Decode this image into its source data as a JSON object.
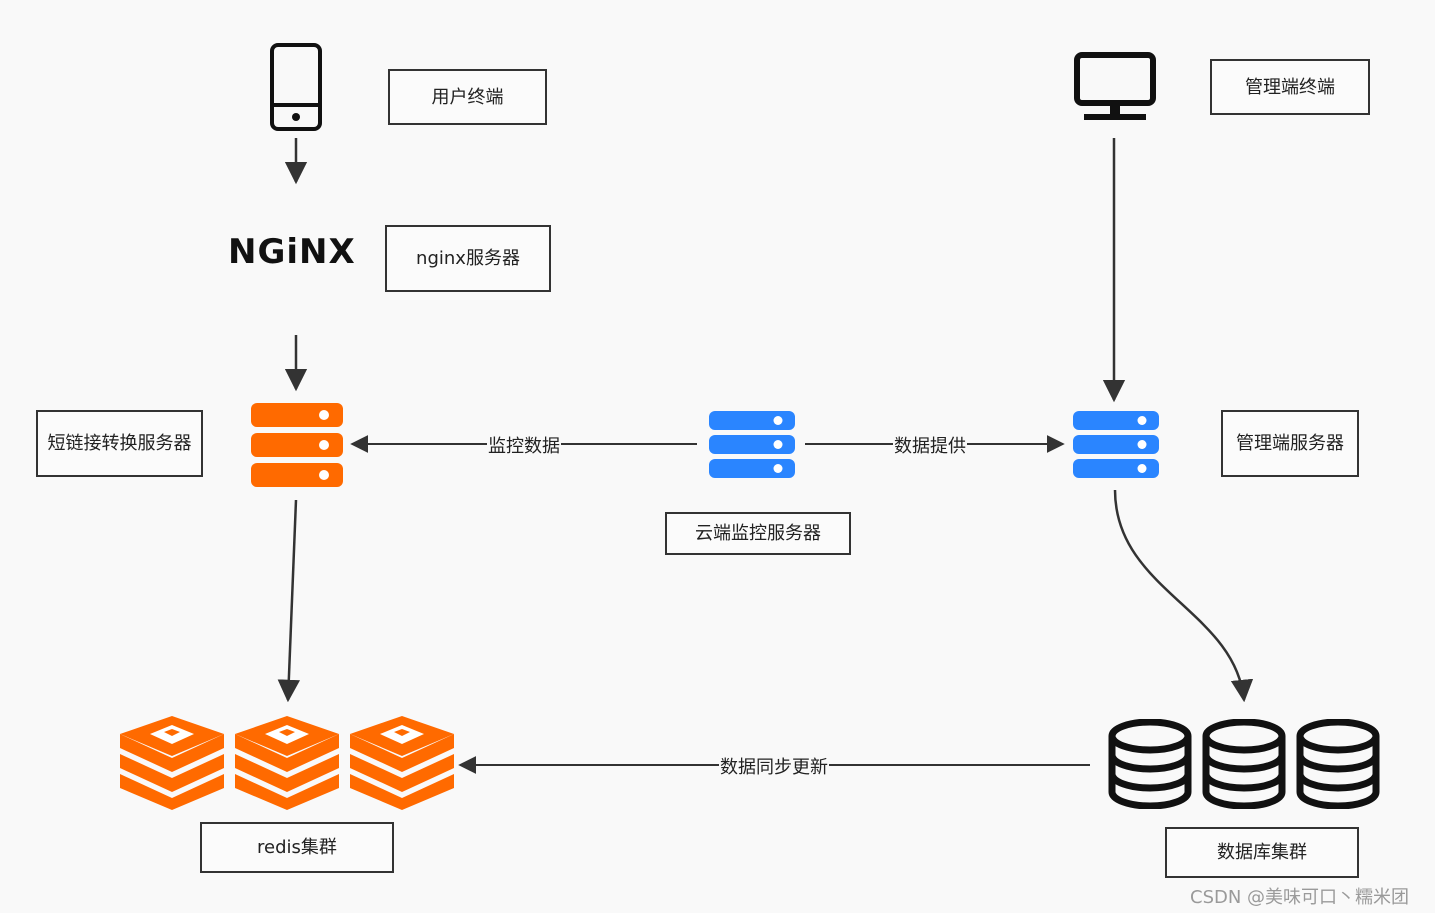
{
  "nodes": {
    "user_terminal": "用户终端",
    "nginx_server": "nginx服务器",
    "nginx_logo": "NGiNX",
    "shortlink_server": "短链接转换服务器",
    "cloud_monitor_server": "云端监控服务器",
    "admin_terminal": "管理端终端",
    "admin_server": "管理端服务器",
    "redis_cluster": "redis集群",
    "db_cluster": "数据库集群"
  },
  "edges": {
    "monitor_data": "监控数据",
    "data_provide": "数据提供",
    "data_sync": "数据同步更新"
  },
  "colors": {
    "orange": "#ff6a00",
    "blue": "#2a85ff",
    "line": "#333333"
  },
  "watermark": "CSDN @美味可口丶糯米团"
}
